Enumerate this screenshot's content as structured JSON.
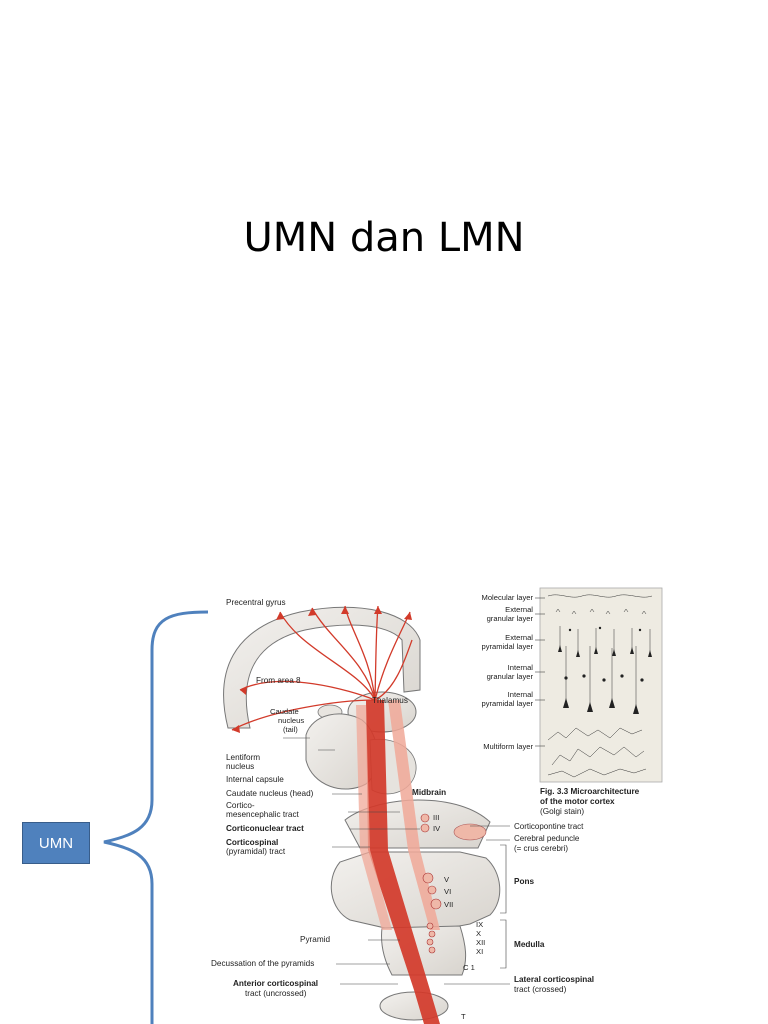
{
  "slide": {
    "title": "UMN dan LMN"
  },
  "callout": {
    "label": "UMN"
  },
  "figure": {
    "labels_left": {
      "precentral_gyrus": "Precentral gyrus",
      "from_area_8": "From area 8",
      "caudate_nucleus_tail_1": "Caudate",
      "caudate_nucleus_tail_2": "nucleus",
      "caudate_nucleus_tail_3": "(tail)",
      "lentiform_nucleus_1": "Lentiform",
      "lentiform_nucleus_2": "nucleus",
      "internal_capsule": "Internal capsule",
      "caudate_nucleus_head": "Caudate nucleus (head)",
      "cortico_mes_1": "Cortico-",
      "cortico_mes_2": "mesencephalic tract",
      "corticonuclear_tract": "Corticonuclear tract",
      "corticospinal_1": "Corticospinal",
      "corticospinal_2": "(pyramidal) tract",
      "pyramid": "Pyramid",
      "decussation": "Decussation of the pyramids",
      "anterior_cst_1": "Anterior corticospinal",
      "anterior_cst_2": "tract (uncrossed)"
    },
    "labels_center": {
      "thalamus": "Thalamus",
      "midbrain": "Midbrain",
      "n_iii": "III",
      "n_iv": "IV",
      "n_v": "V",
      "n_vi": "VI",
      "n_vii": "VII",
      "n_ix": "IX",
      "n_x": "X",
      "n_xii": "XII",
      "n_xi": "XI",
      "c1": "C 1",
      "t": "T"
    },
    "labels_right": {
      "corticopontine_tract": "Corticopontine tract",
      "cerebral_peduncle_1": "Cerebral peduncle",
      "cerebral_peduncle_2": "(= crus cerebri)",
      "pons": "Pons",
      "medulla": "Medulla",
      "lateral_cst_1": "Lateral corticospinal",
      "lateral_cst_2": "tract (crossed)"
    },
    "cortex_panel": {
      "layers": {
        "molecular": "Molecular layer",
        "external_granular_1": "External",
        "external_granular_2": "granular layer",
        "external_pyramidal_1": "External",
        "external_pyramidal_2": "pyramidal layer",
        "internal_granular_1": "Internal",
        "internal_granular_2": "granular layer",
        "internal_pyramidal_1": "Internal",
        "internal_pyramidal_2": "pyramidal layer",
        "multiform": "Multiform layer"
      },
      "caption_1": "Fig. 3.3 Microarchitecture",
      "caption_2": "of the motor cortex",
      "caption_3": "(Golgi stain)"
    }
  },
  "colors": {
    "tract_red": "#d23a2a",
    "tract_pink": "#f0a898",
    "tissue_gray": "#e4e1dc",
    "umn_box": "#4f81bd",
    "brace": "#4f81bd"
  }
}
